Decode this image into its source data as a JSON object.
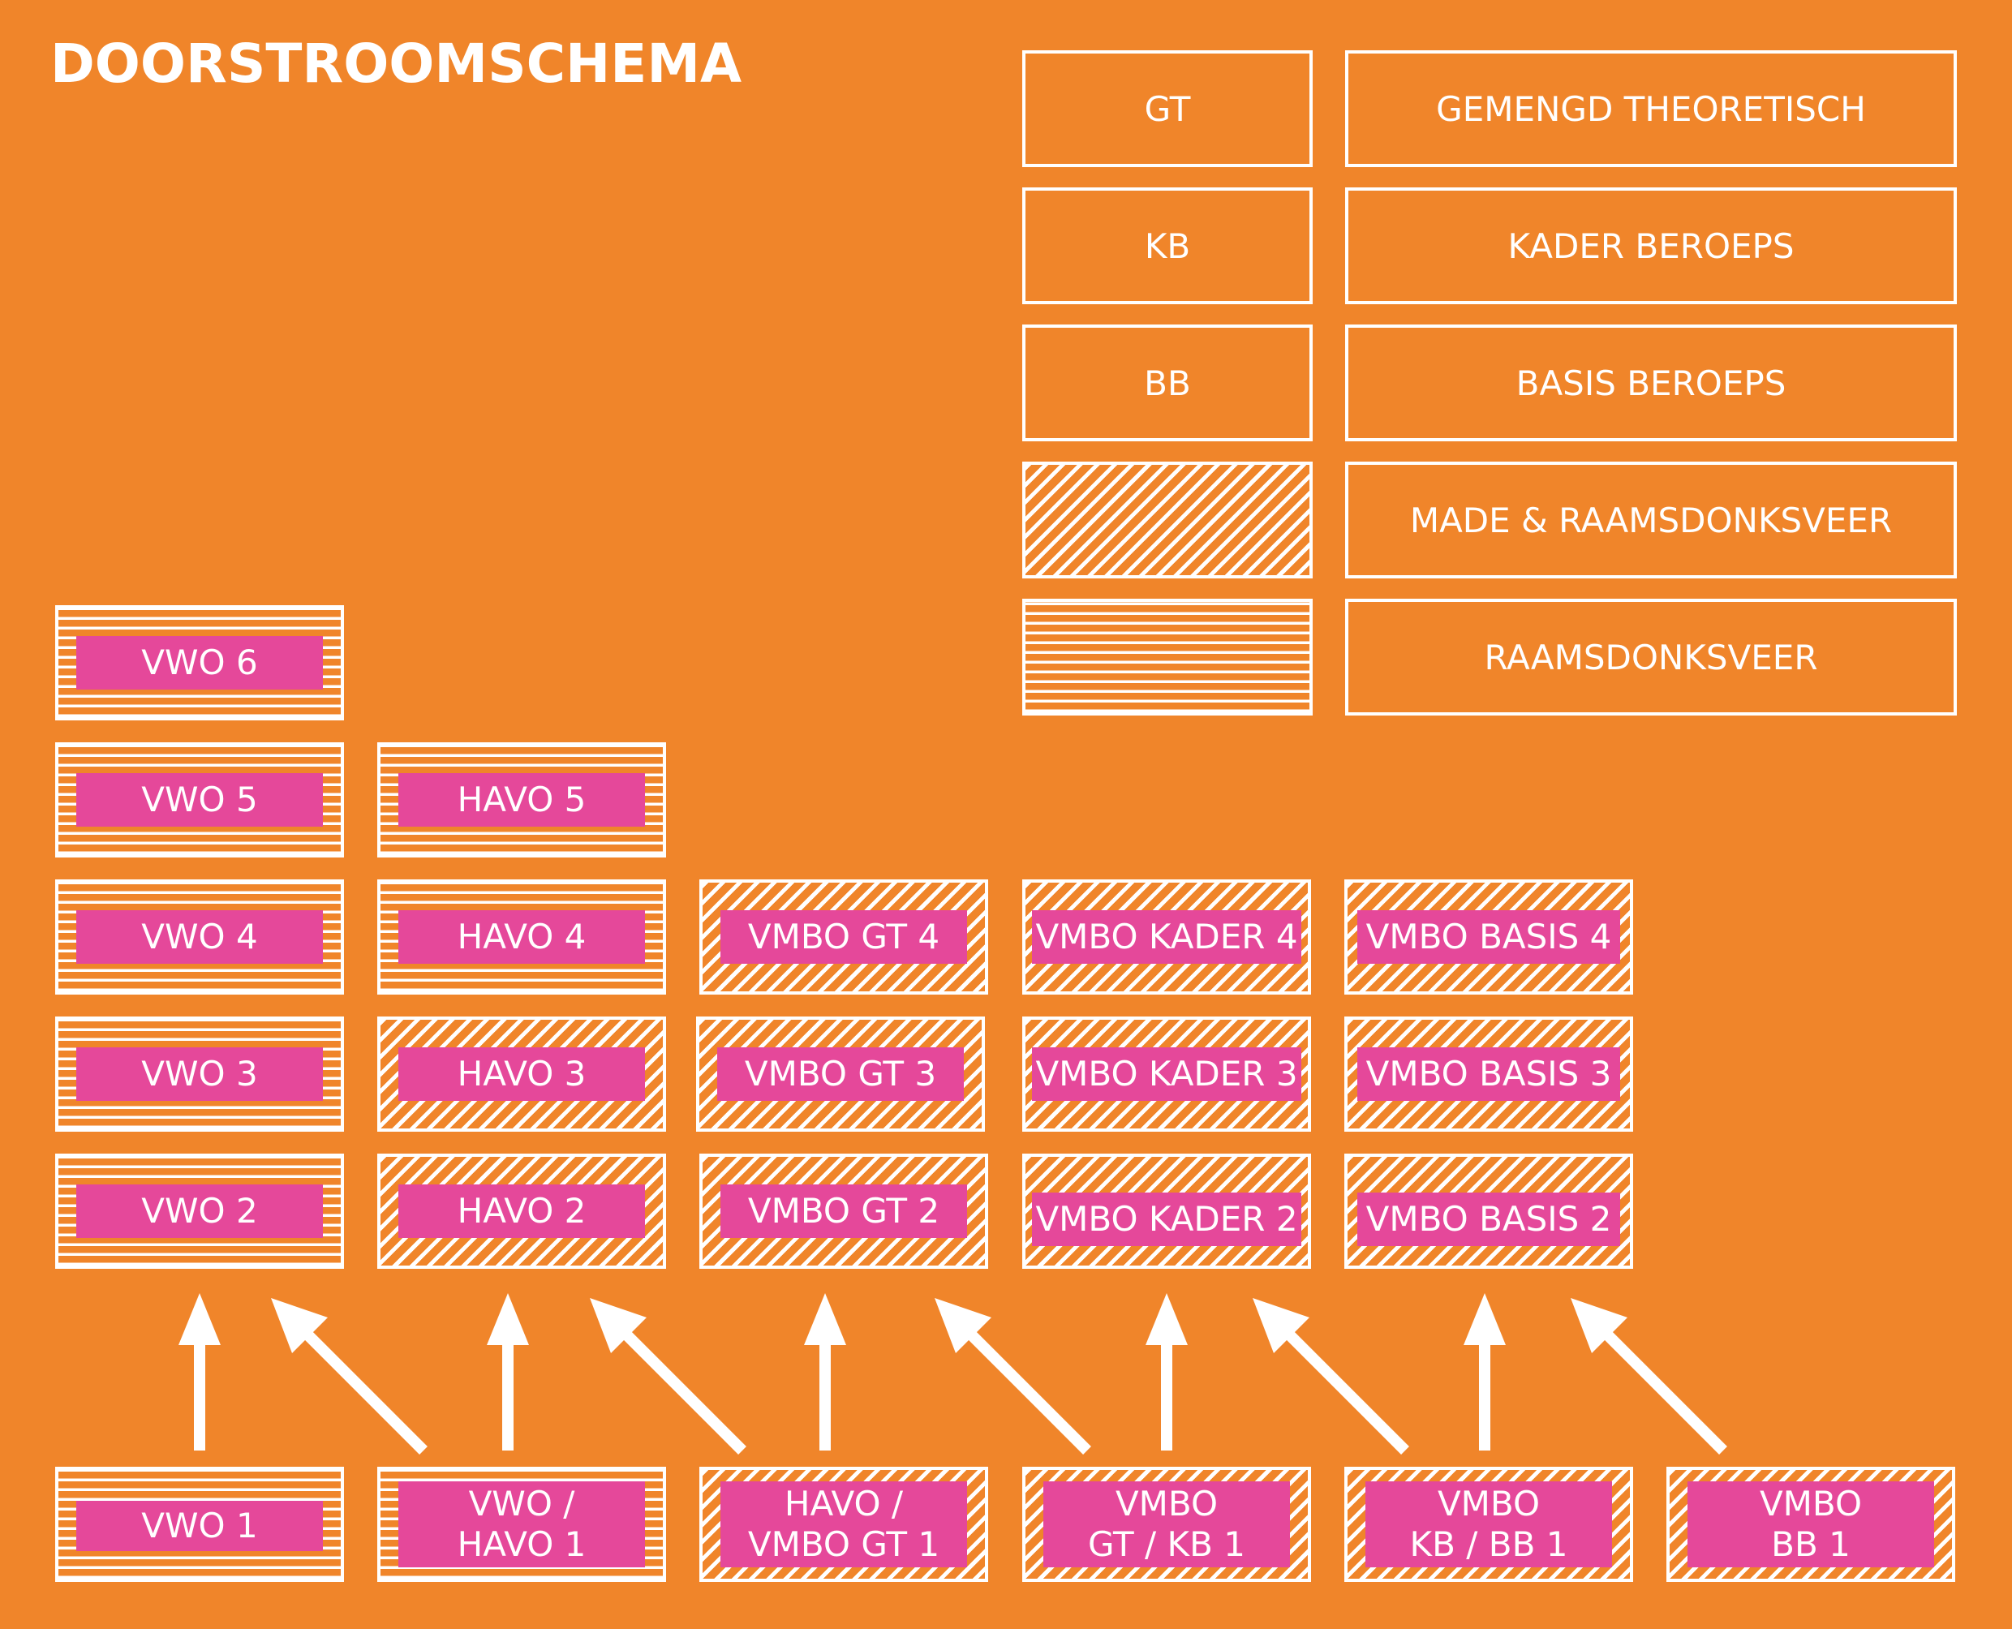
{
  "title": "DOORSTROOMSCHEMA",
  "legend": {
    "codes": [
      "GT",
      "KB",
      "BB"
    ],
    "meanings": [
      "GEMENGD THEORETISCH",
      "KADER BEROEPS",
      "BASIS BEROEPS",
      "MADE & RAAMSDONKSVEER",
      "RAAMSDONKSVEER"
    ]
  },
  "colors": {
    "background": "#F0852A",
    "label": "#E5489A",
    "line": "#FFFFFF"
  },
  "grid": {
    "col1": [
      "VWO 6",
      "VWO 5",
      "VWO 4",
      "VWO 3",
      "VWO 2"
    ],
    "col2": [
      "HAVO 5",
      "HAVO 4",
      "HAVO 3",
      "HAVO 2"
    ],
    "col3": [
      "VMBO GT 4",
      "VMBO GT 3",
      "VMBO GT 2"
    ],
    "col4": [
      "VMBO KADER 4",
      "VMBO KADER 3",
      "VMBO KADER 2"
    ],
    "col5": [
      "VMBO BASIS 4",
      "VMBO BASIS 3",
      "VMBO BASIS 2"
    ]
  },
  "bottom": [
    "VWO 1",
    "VWO /\nHAVO 1",
    "HAVO /\nVMBO GT 1",
    "VMBO\nGT / KB 1",
    "VMBO\nKB / BB 1",
    "VMBO\nBB 1"
  ]
}
